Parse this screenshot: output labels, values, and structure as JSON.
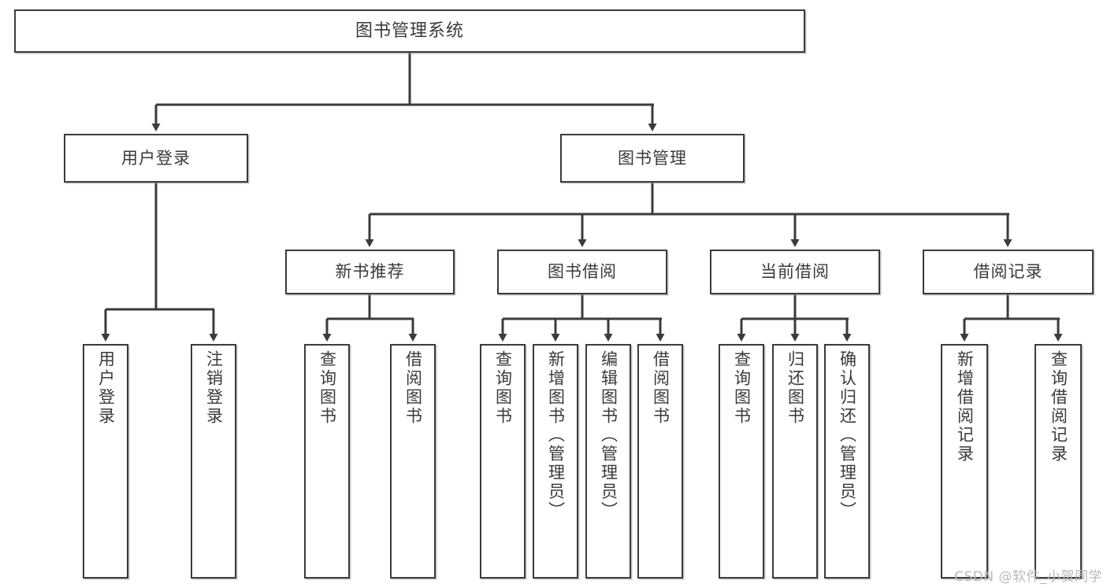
{
  "diagram": {
    "title": "图书管理系统",
    "type": "tree",
    "root": {
      "id": "root",
      "label": "图书管理系统"
    },
    "level2": [
      {
        "id": "user-login",
        "label": "用户登录"
      },
      {
        "id": "book-manage",
        "label": "图书管理"
      }
    ],
    "level3": [
      {
        "id": "new-book-rec",
        "label": "新书推荐",
        "parent": "book-manage"
      },
      {
        "id": "book-borrow",
        "label": "图书借阅",
        "parent": "book-manage"
      },
      {
        "id": "current-borrow",
        "label": "当前借阅",
        "parent": "book-manage"
      },
      {
        "id": "borrow-record",
        "label": "借阅记录",
        "parent": "book-manage"
      }
    ],
    "leaves": [
      {
        "id": "leaf-user-login",
        "label": "用户登录",
        "parent": "user-login"
      },
      {
        "id": "leaf-user-logout",
        "label": "注销登录",
        "parent": "user-login"
      },
      {
        "id": "leaf-query-book-1",
        "label": "查询图书",
        "parent": "new-book-rec"
      },
      {
        "id": "leaf-borrow-book-1",
        "label": "借阅图书",
        "parent": "new-book-rec"
      },
      {
        "id": "leaf-query-book-2",
        "label": "查询图书",
        "parent": "book-borrow"
      },
      {
        "id": "leaf-add-book",
        "label": "新增图书（管理员）",
        "parent": "book-borrow"
      },
      {
        "id": "leaf-edit-book",
        "label": "编辑图书（管理员）",
        "parent": "book-borrow"
      },
      {
        "id": "leaf-borrow-book-2",
        "label": "借阅图书",
        "parent": "book-borrow"
      },
      {
        "id": "leaf-query-book-3",
        "label": "查询图书",
        "parent": "current-borrow"
      },
      {
        "id": "leaf-return-book",
        "label": "归还图书",
        "parent": "current-borrow"
      },
      {
        "id": "leaf-confirm-return",
        "label": "确认归还（管理员）",
        "parent": "current-borrow"
      },
      {
        "id": "leaf-add-record",
        "label": "新增借阅记录",
        "parent": "borrow-record"
      },
      {
        "id": "leaf-query-record",
        "label": "查询借阅记录",
        "parent": "borrow-record"
      }
    ],
    "colors": {
      "box_border": "#3b3b3b",
      "box_fill": "#ffffff",
      "text": "#3a3a3a",
      "edge": "#3b3b3b",
      "watermark": "#b9b9b9"
    }
  },
  "watermark": {
    "text": "CSDN @软件_小贺同学"
  }
}
